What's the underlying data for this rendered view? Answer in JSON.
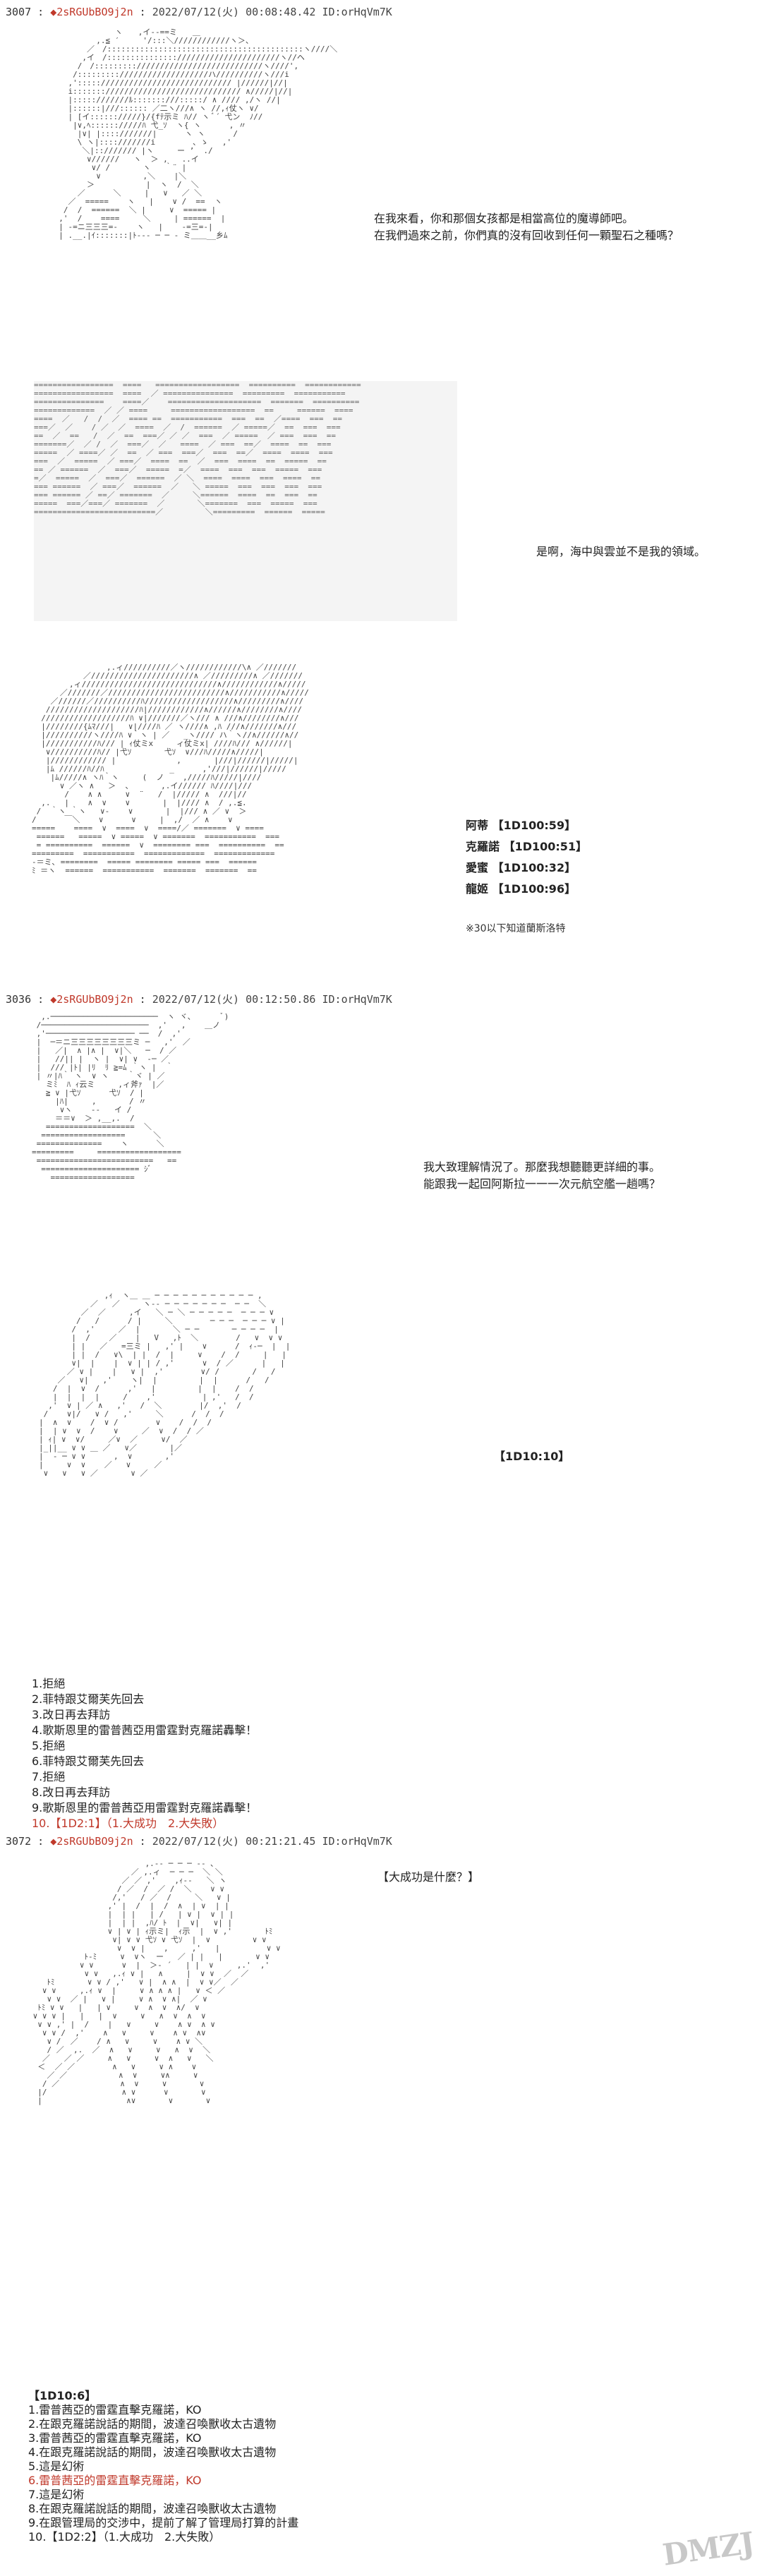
{
  "posts": [
    {
      "number": "3007",
      "name": "◆2sRGUbBO9j2n",
      "meta": "2022/07/12(火) 00:08:48.42 ID:orHqVm7K",
      "speech": [
        "在我來看，你和那個女孩都是相當高位的魔導師吧。",
        "在我們過來之前，你們真的沒有回收到任何一顆聖石之種嗎？"
      ],
      "speech2": "是啊，海中與雲並不是我的領域。",
      "rolls": [
        {
          "label": "阿蒂",
          "value": "1D100:59"
        },
        {
          "label": "克羅諾",
          "value": "1D100:51"
        },
        {
          "label": "愛蜜",
          "value": "1D100:32"
        },
        {
          "label": "龍姬",
          "value": "1D100:96"
        }
      ],
      "note": "※30以下知道蘭斯洛特"
    },
    {
      "number": "3036",
      "name": "◆2sRGUbBO9j2n",
      "meta": "2022/07/12(火) 00:12:50.86 ID:orHqVm7K",
      "speech": [
        "我大致理解情況了。那麼我想聽聽更詳細的事。",
        "能跟我一起回阿斯拉一一一次元航空艦一趟嗎？"
      ],
      "box": "【1D10:10】",
      "options": [
        "1.拒絕",
        "2.菲特跟艾爾芙先回去",
        "3.改日再去拜訪",
        "4.歌斯恩里的雷普茜亞用雷霆對克羅諾轟擊！",
        "5.拒絕",
        "6.菲特跟艾爾芙先回去",
        "7.拒絕",
        "8.改日再去拜訪",
        "9.歌斯恩里的雷普茜亞用雷霆對克羅諾轟擊！",
        "10.【1D2:1】（1.大成功　2.大失敗）"
      ]
    },
    {
      "number": "3072",
      "name": "◆2sRGUbBO9j2n",
      "meta": "2022/07/12(火) 00:21:21.45 ID:orHqVm7K",
      "speech": "【大成功是什麼？】",
      "header2": "【1D10:6】",
      "options": [
        "1.雷普茜亞的雷霆直擊克羅諾，KO",
        "2.在跟克羅諾說話的期間，波達召喚獸收太古遺物",
        "3.雷普茜亞的雷霆直擊克羅諾，KO",
        "4.在跟克羅諾說話的期間，波達召喚獸收太古遺物",
        "5.這是幻術",
        "6.雷普茜亞的雷霆直擊克羅諾，KO",
        "7.這是幻術",
        "8.在跟克羅諾說話的期間，波達召喚獸收太古遺物",
        "9.在跟管理局的交涉中，提前了解了管理局打算的計畫",
        "10.【1D2:2】（1.大成功　2.大失敗）"
      ]
    }
  ],
  "watermark": "DMZJ"
}
